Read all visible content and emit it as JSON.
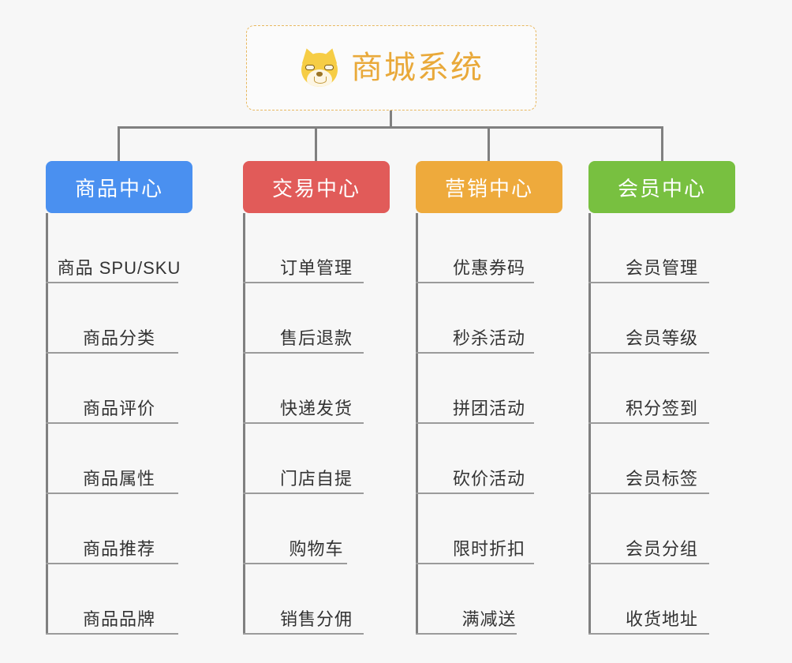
{
  "diagram": {
    "type": "org-chart-tree",
    "background_color": "#f7f7f7",
    "connector_color": "#808080",
    "root": {
      "title": "商城系统",
      "icon": "shiba-dog-face-emoji",
      "border_color": "#e8b860",
      "text_color": "#e9a93a",
      "background_color": "#fbfbfb"
    },
    "columns": [
      {
        "label": "商品中心",
        "color": "#4a90f0",
        "rule_width": 168,
        "items": [
          "商品 SPU/SKU",
          "商品分类",
          "商品评价",
          "商品属性",
          "商品推荐",
          "商品品牌"
        ]
      },
      {
        "label": "交易中心",
        "color": "#e15b59",
        "rule_width": 153,
        "items": [
          "订单管理",
          "售后退款",
          "快递发货",
          "门店自提",
          "购物车",
          "销售分佣"
        ]
      },
      {
        "label": "营销中心",
        "color": "#eeaa3c",
        "rule_width": 150,
        "items": [
          "优惠券码",
          "秒杀活动",
          "拼团活动",
          "砍价活动",
          "限时折扣",
          "满减送"
        ]
      },
      {
        "label": "会员中心",
        "color": "#78c040",
        "rule_width": 153,
        "items": [
          "会员管理",
          "会员等级",
          "积分签到",
          "会员标签",
          "会员分组",
          "收货地址"
        ]
      }
    ]
  }
}
